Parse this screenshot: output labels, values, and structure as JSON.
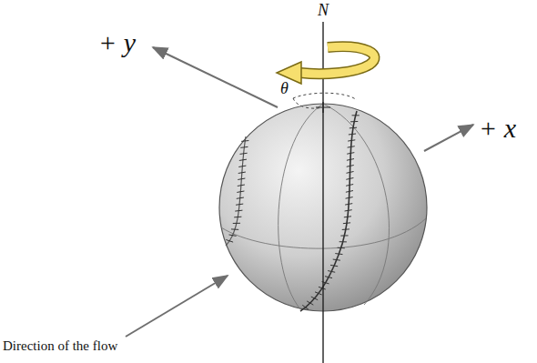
{
  "diagram": {
    "labels": [
      "N",
      "+ y",
      "θ",
      "+ x",
      "Direction of the flow"
    ]
  }
}
